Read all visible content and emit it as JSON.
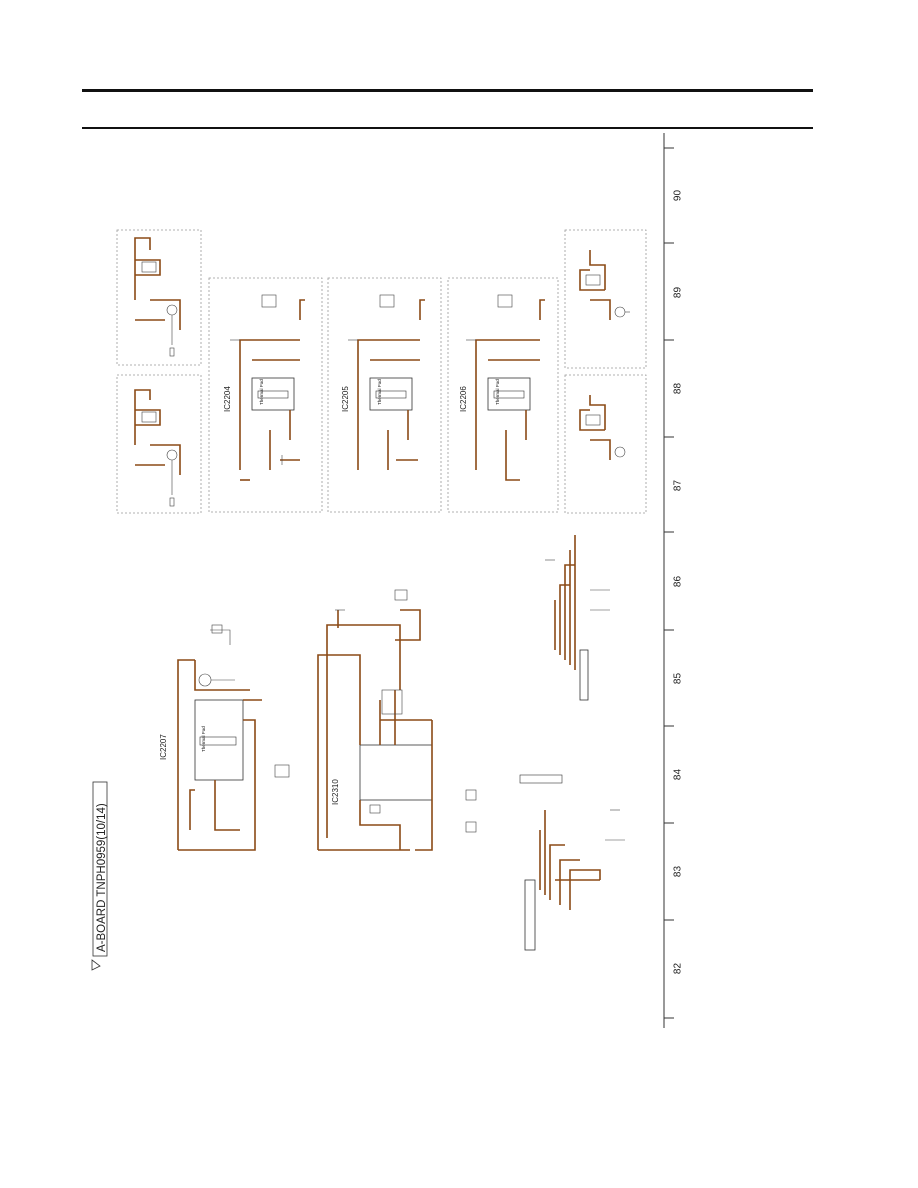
{
  "board_title": "A-BOARD TNPH0959(10/14)",
  "grid": [
    "90",
    "89",
    "88",
    "87",
    "86",
    "85",
    "84",
    "83",
    "82"
  ],
  "ic_labels": {
    "ic2204": "IC2204",
    "ic2205": "IC2205",
    "ic2206": "IC2206",
    "ic2207": "IC2207",
    "ic2310": "IC2310"
  },
  "pad_label": "Thermal Pad",
  "colors": {
    "wire": "#8b4a16",
    "frame": "#999999",
    "ink": "#222222"
  }
}
